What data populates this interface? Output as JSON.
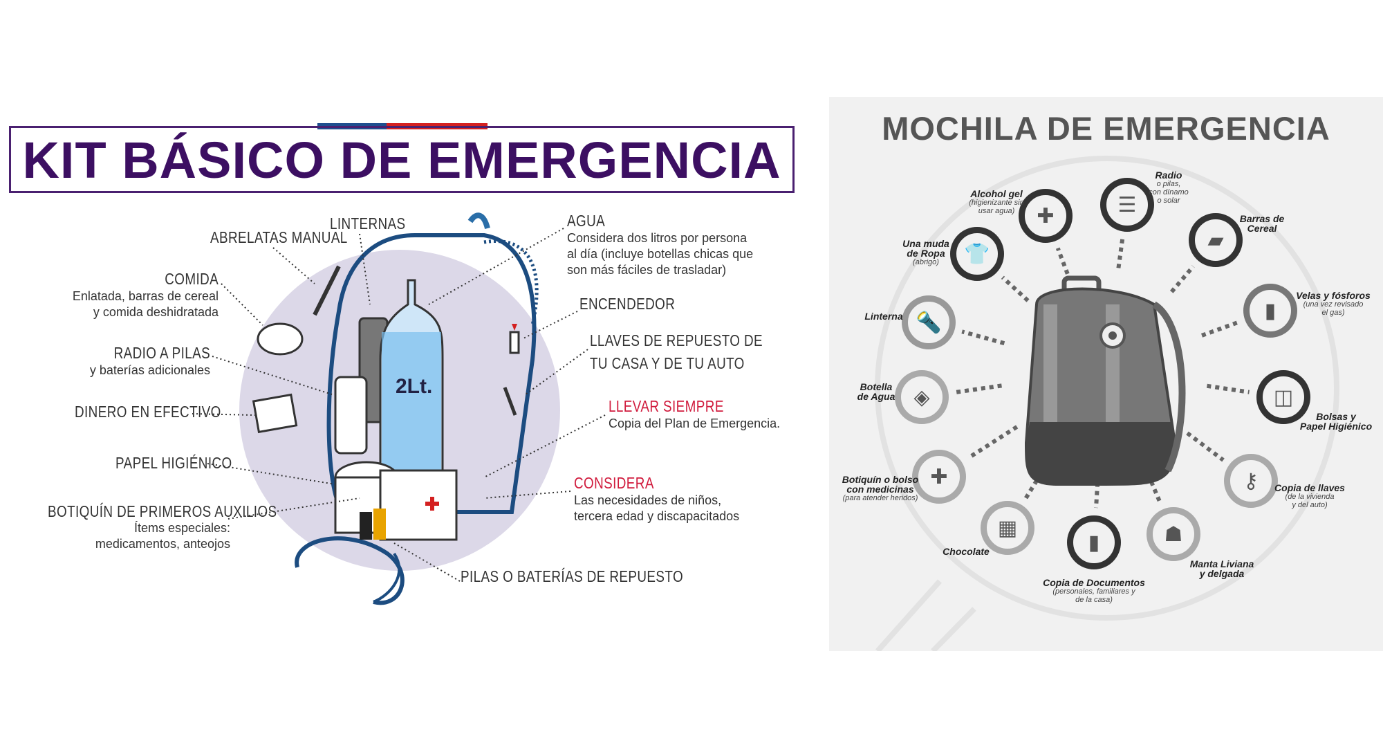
{
  "kit": {
    "title": "KIT BÁSICO DE EMERGENCIA",
    "colors": {
      "purple": "#3c0f62",
      "flag_blue": "#1f4f8f",
      "flag_red": "#d42020",
      "accent_red": "#d01a3c",
      "circle": "#dcd8e8"
    },
    "abrelatas": "ABRELATAS MANUAL",
    "linternas": "LINTERNAS",
    "agua": {
      "title": "AGUA",
      "lines": [
        "Considera dos litros por persona",
        "al día (incluye botellas chicas que",
        "son más fáciles de trasladar)"
      ]
    },
    "comida": {
      "title": "COMIDA",
      "lines": [
        "Enlatada, barras de cereal",
        "y comida deshidratada"
      ]
    },
    "encendedor": "ENCENDEDOR",
    "radio": {
      "title": "RADIO A PILAS",
      "lines": [
        "y baterías adicionales"
      ]
    },
    "llaves": {
      "lines": [
        "LLAVES DE REPUESTO DE",
        "TU CASA Y DE TU AUTO"
      ]
    },
    "dinero": "DINERO EN EFECTIVO",
    "llevar": {
      "title": "LLEVAR SIEMPRE",
      "lines": [
        "Copia del Plan de Emergencia."
      ]
    },
    "papel": "PAPEL HIGIÉNICO",
    "considera": {
      "title": "CONSIDERA",
      "lines": [
        "Las necesidades de niños,",
        "tercera edad y discapacitados"
      ]
    },
    "botiquin": {
      "title": "BOTIQUÍN DE PRIMEROS AUXILIOS",
      "lines": [
        "Ítems especiales:",
        "medicamentos, anteojos"
      ]
    },
    "pilas": "PILAS O BATERÍAS DE REPUESTO",
    "bottle_label": "2Lt."
  },
  "mochila": {
    "title": "MOCHILA DE EMERGENCIA",
    "items": [
      {
        "icon": "hand-sanitizer-icon",
        "glyph": "✚",
        "label": [
          "Alcohol gel"
        ],
        "sub": [
          "(higienizante sin",
          "usar agua)"
        ]
      },
      {
        "icon": "radio-icon",
        "glyph": "☰",
        "label": [
          "Radio"
        ],
        "sub": [
          "o pilas,",
          "con dínamo",
          "o solar"
        ]
      },
      {
        "icon": "jacket-icon",
        "glyph": "👕",
        "label": [
          "Una muda",
          "de Ropa"
        ],
        "sub": [
          "(abrigo)"
        ]
      },
      {
        "icon": "cereal-bar-icon",
        "glyph": "▰",
        "label": [
          "Barras de",
          "Cereal"
        ],
        "sub": []
      },
      {
        "icon": "flashlight-icon",
        "glyph": "🔦",
        "label": [
          "Linterna"
        ],
        "sub": []
      },
      {
        "icon": "candle-icon",
        "glyph": "▮",
        "label": [
          "Velas y fósforos"
        ],
        "sub": [
          "(una vez revisado",
          "el gas)"
        ]
      },
      {
        "icon": "water-bottle-icon",
        "glyph": "◈",
        "label": [
          "Botella",
          "de Agua"
        ],
        "sub": []
      },
      {
        "icon": "bag-icon",
        "glyph": "◫",
        "label": [
          "Bolsas y",
          "Papel Higiénico"
        ],
        "sub": []
      },
      {
        "icon": "first-aid-kit-icon",
        "glyph": "✚",
        "label": [
          "Botiquín o bolso",
          "con medicinas"
        ],
        "sub": [
          "(para atender heridos)"
        ]
      },
      {
        "icon": "keys-icon",
        "glyph": "⚷",
        "label": [
          "Copia de llaves"
        ],
        "sub": [
          "(de la vivienda",
          "y del auto)"
        ]
      },
      {
        "icon": "chocolate-icon",
        "glyph": "▦",
        "label": [
          "Chocolate"
        ],
        "sub": []
      },
      {
        "icon": "passport-icon",
        "glyph": "▮",
        "label": [
          "Copia de Documentos"
        ],
        "sub": [
          "(personales, familiares y",
          "de la casa)"
        ]
      },
      {
        "icon": "blanket-icon",
        "glyph": "☗",
        "label": [
          "Manta Liviana",
          "y delgada"
        ],
        "sub": []
      }
    ]
  }
}
